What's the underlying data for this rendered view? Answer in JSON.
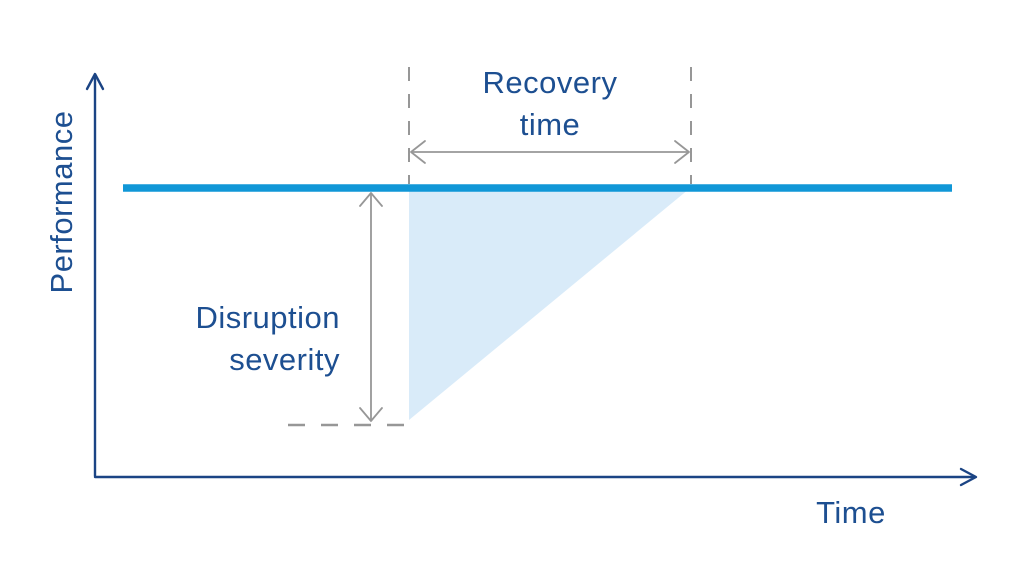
{
  "axes": {
    "y_label": "Performance",
    "x_label": "Time"
  },
  "annotations": {
    "recovery_time": {
      "line1": "Recovery",
      "line2": "time"
    },
    "disruption_severity": {
      "line1": "Disruption",
      "line2": "severity"
    }
  },
  "colors": {
    "navy": "#1d4f91",
    "axis_navy": "#1b4484",
    "performance_line": "#1097d7",
    "triangle_fill": "#d9ebf9",
    "annotation_gray": "#979797"
  }
}
